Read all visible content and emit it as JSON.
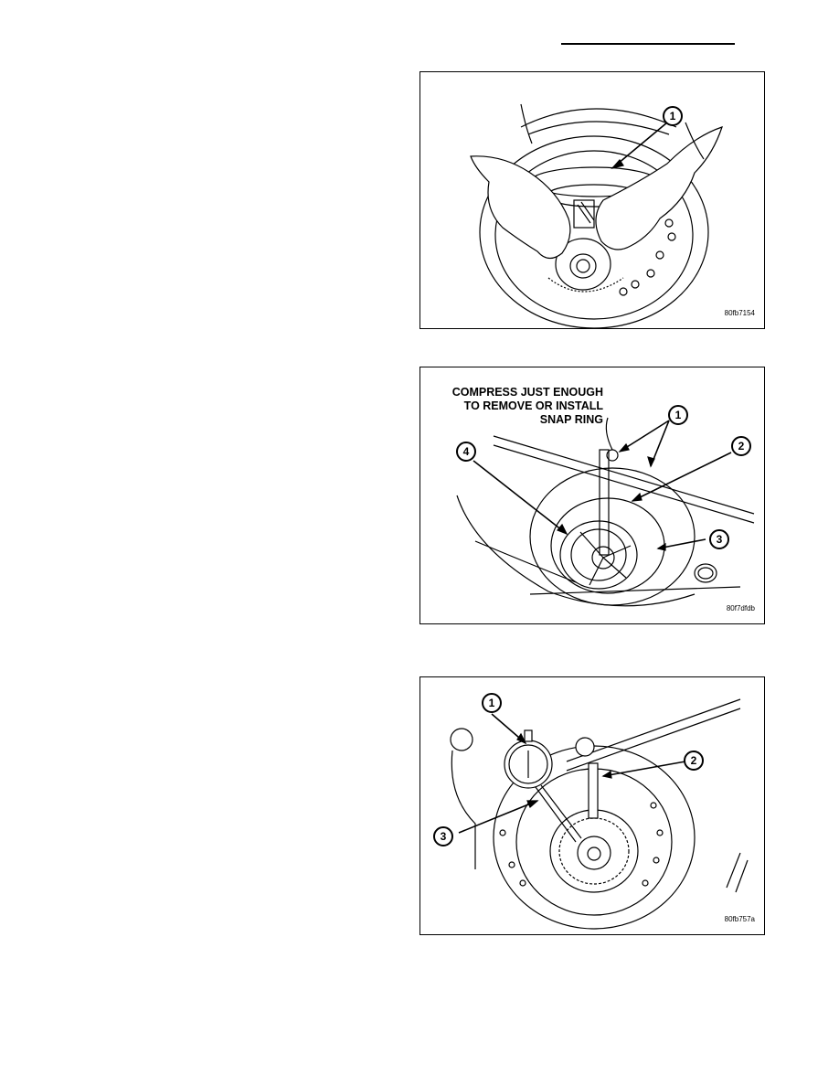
{
  "figures": [
    {
      "id": "80fb7154",
      "callouts": [
        "1"
      ]
    },
    {
      "id": "80f7dfdb",
      "caption_lines": [
        "COMPRESS JUST ENOUGH",
        "TO REMOVE OR INSTALL",
        "SNAP RING"
      ],
      "callouts": [
        "1",
        "2",
        "3",
        "4"
      ]
    },
    {
      "id": "80fb757a",
      "callouts": [
        "1",
        "2",
        "3"
      ]
    }
  ]
}
